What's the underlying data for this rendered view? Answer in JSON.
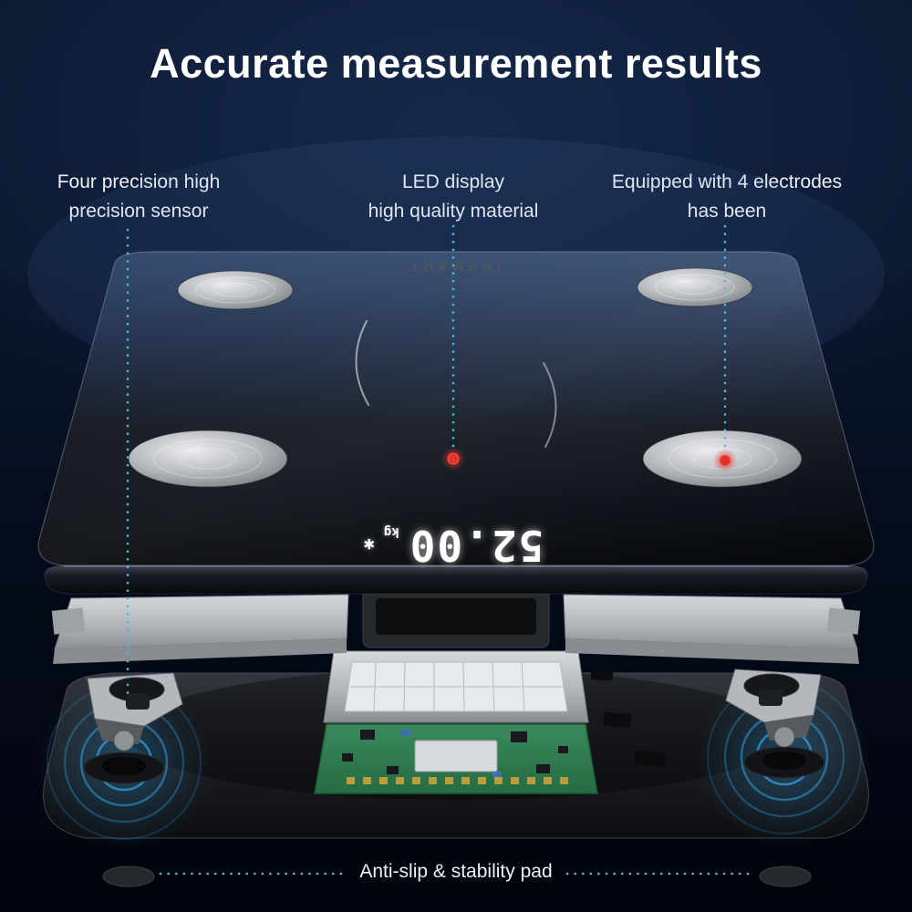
{
  "title": "Accurate measurement results",
  "callouts": [
    {
      "id": "precision-sensor",
      "lines": [
        "Four precision high",
        "precision sensor"
      ]
    },
    {
      "id": "led-display",
      "lines": [
        "LED display",
        "high quality material"
      ]
    },
    {
      "id": "electrodes",
      "lines": [
        "Equipped with 4 electrodes",
        "has been"
      ]
    }
  ],
  "scale": {
    "brand": "INSMART",
    "display": {
      "value": "52.00",
      "unit": "kg",
      "bluetooth_glyph": "✱"
    }
  },
  "bottom_label": "Anti-slip & stability pad",
  "colors": {
    "accent_dotted_line": "#4cbade",
    "led_indicator_red": "#e2332a",
    "sensor_glow_blue": "#2f9fe0",
    "background_navy": "#10203d"
  }
}
